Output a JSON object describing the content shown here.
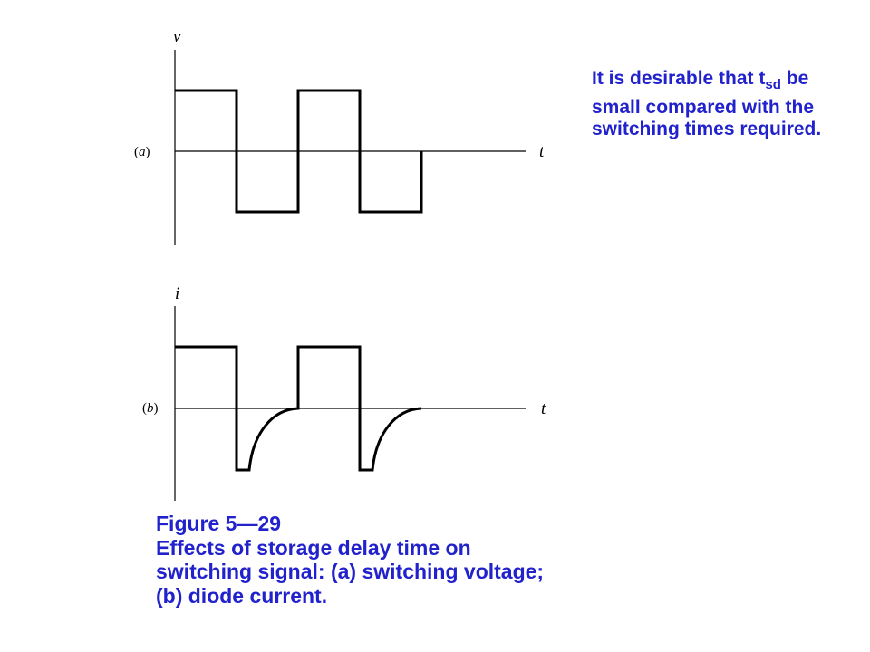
{
  "diagram": {
    "panel_a": {
      "label_open": "(",
      "label_letter": "a",
      "label_close": ")",
      "y_axis_label": "v",
      "x_axis_label": "t"
    },
    "panel_b": {
      "label_open": "(",
      "label_letter": "b",
      "label_close": ")",
      "y_axis_label": "i",
      "x_axis_label": "t"
    },
    "colors": {
      "waveform": "#000000",
      "text_accent": "#2222cc"
    }
  },
  "note": {
    "text_before_sub": "It is desirable that t",
    "subscript": "sd",
    "text_after_sub": " be small compared with the switching times required."
  },
  "caption": {
    "line1": "Figure 5—29",
    "line2": "Effects of storage delay time on",
    "line3": "switching signal: (a) switching voltage;",
    "line4": "(b) diode current."
  }
}
